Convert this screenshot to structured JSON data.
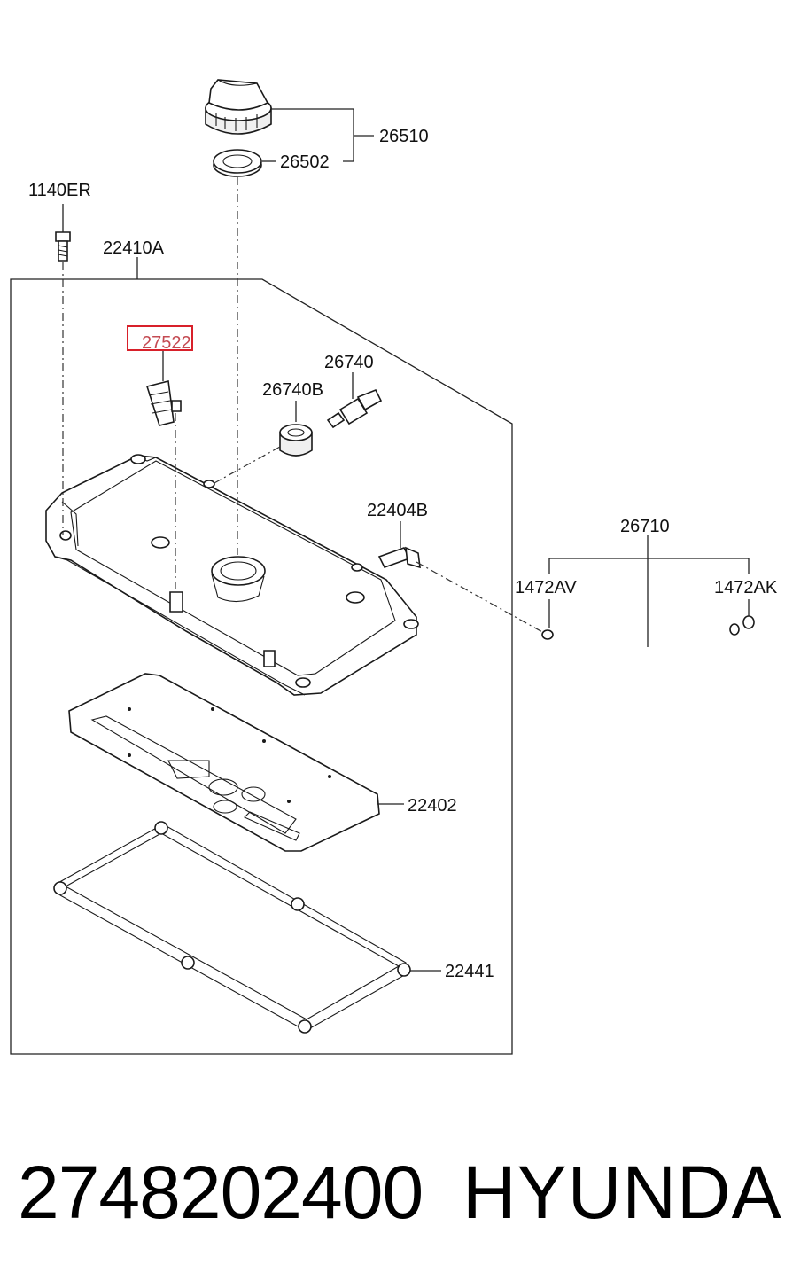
{
  "diagram": {
    "callouts": {
      "c26510": "26510",
      "c26502": "26502",
      "c1140ER": "1140ER",
      "c22410A": "22410A",
      "c27522": "27522",
      "c26740": "26740",
      "c26740B": "26740B",
      "c22404B": "22404B",
      "c26710": "26710",
      "c1472AV": "1472AV",
      "c1472AK": "1472AK",
      "c22402": "22402",
      "c22441": "22441"
    },
    "highlighted_callout": "27522",
    "highlight_color": "#d8202a"
  },
  "footer": {
    "part_number": "2748202400",
    "brand": "HYUNDAI"
  }
}
